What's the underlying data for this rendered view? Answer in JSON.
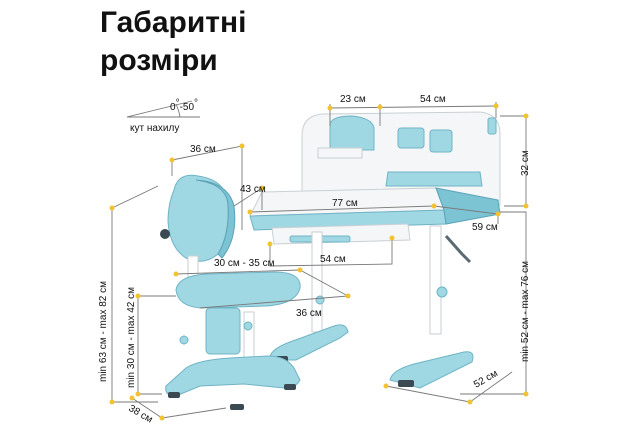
{
  "title": {
    "line1": "Габаритні",
    "line2": "розміри"
  },
  "tilt": {
    "angle": "0-50",
    "label": "кут нахилу"
  },
  "dimensions": {
    "shelf_width": "23 см",
    "board_width": "54 см",
    "board_height": "32 см",
    "tabletop_depth": "43 см",
    "tabletop_width": "77 см",
    "desk_depth": "59 см",
    "drawer_width": "54 см",
    "desk_height": "min 52 см - max 76 см",
    "desk_base": "52 см",
    "backrest_width": "36 см",
    "seat_depth": "30 см - 35 см",
    "seat_width": "36 см",
    "chair_height": "min 63 см - max 82 см",
    "seat_height": "min 30 см - max 42 см",
    "chair_base": "38 см"
  },
  "colors": {
    "furniture_blue": "#9fd7e3",
    "furniture_white": "#f4f6f7",
    "marker_yellow": "#f2c230"
  }
}
